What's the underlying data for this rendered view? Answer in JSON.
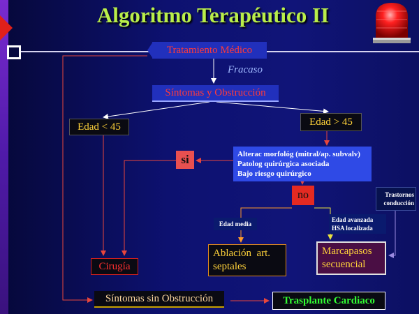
{
  "title": "Algoritmo Terapéutico II",
  "nodes": {
    "tratamiento": "Tratamiento Médico",
    "fracaso": "Fracaso",
    "sintomas_obstruccion": "Síntomas y Obstrucción",
    "edad_menor": "Edad < 45",
    "edad_mayor": "Edad > 45",
    "si": "si",
    "criteria": [
      "Alterac morfológ (mitral/ap. subvalv)",
      "Patolog quirúrgica asociada",
      "Bajo riesgo quirúrgico"
    ],
    "no": "no",
    "trastornos": [
      "Trastornos",
      "conducción"
    ],
    "edad_media": "Edad media",
    "edad_avanzada": [
      "Edad avanzada",
      "HSA localizada"
    ],
    "ablacion": [
      "Ablación  art.",
      "septales"
    ],
    "marcapasos": [
      "Marcapasos",
      "secuencial"
    ],
    "cirugia": "Cirugía",
    "sintomas_sin_obstruccion": "Síntomas sin Obstrucción",
    "trasplante": "Trasplante Cardiaco"
  },
  "colors": {
    "title": "#b9ee4a",
    "arrow_white": "#ffffff",
    "arrow_red": "#e8463c",
    "arrow_orange": "#ff9a2a",
    "arrow_yellow": "#e8e040",
    "arrow_purple": "#9a8ae0"
  }
}
